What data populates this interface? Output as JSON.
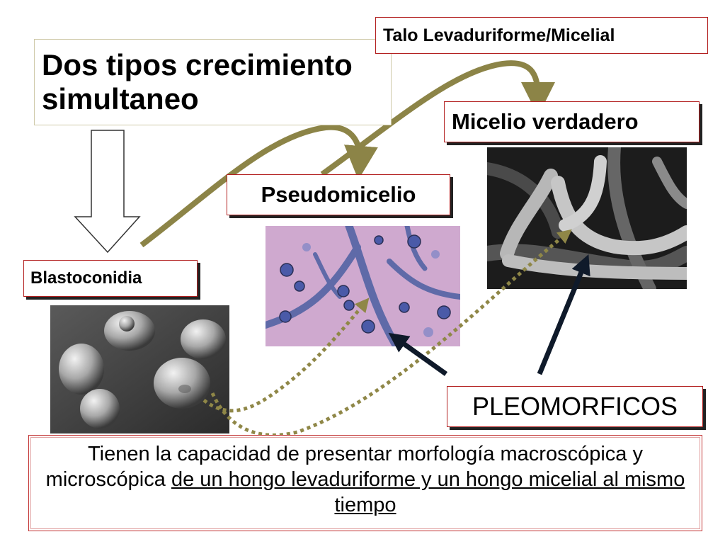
{
  "title": {
    "line1": "Dos tipos crecimiento",
    "line2": "simultaneo"
  },
  "labels": {
    "talo": "Talo Levaduriforme/Micelial",
    "micelio": "Micelio verdadero",
    "pseudomicelio": "Pseudomicelio",
    "blastoconidia": "Blastoconidia",
    "pleomorficos": "PLEOMORFICOS"
  },
  "description": {
    "plain": "Tienen la capacidad de presentar morfología macroscópica y microscópica ",
    "underlined": "de un hongo levaduriforme y un hongo micelial al mismo tiempo"
  },
  "colors": {
    "curved_arrow": "#8c8447",
    "dotted_arrow": "#8f8747",
    "pointer_arrow": "#0f1a2a",
    "label_border": "#b32020"
  },
  "icons": {
    "down_arrow": "hollow-down-arrow-icon",
    "micrographs": [
      "yeast-cells-image",
      "pseudohyphae-image",
      "true-hyphae-image"
    ]
  }
}
